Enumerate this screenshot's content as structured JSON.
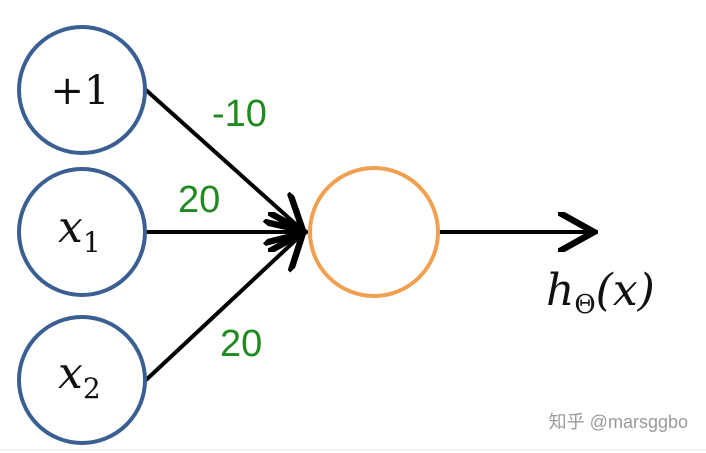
{
  "inputs": {
    "bias": "+1",
    "x1": {
      "base": "x",
      "sub": "1"
    },
    "x2": {
      "base": "x",
      "sub": "2"
    }
  },
  "weights": {
    "bias": "-10",
    "x1": "20",
    "x2": "20"
  },
  "output": {
    "base": "h",
    "sub": "Θ",
    "arg": "(x)"
  },
  "watermark": "知乎 @marsggbo",
  "colors": {
    "input_stroke": "#3a5f93",
    "output_stroke": "#f0a050",
    "weight_text": "#1f8a1f"
  }
}
